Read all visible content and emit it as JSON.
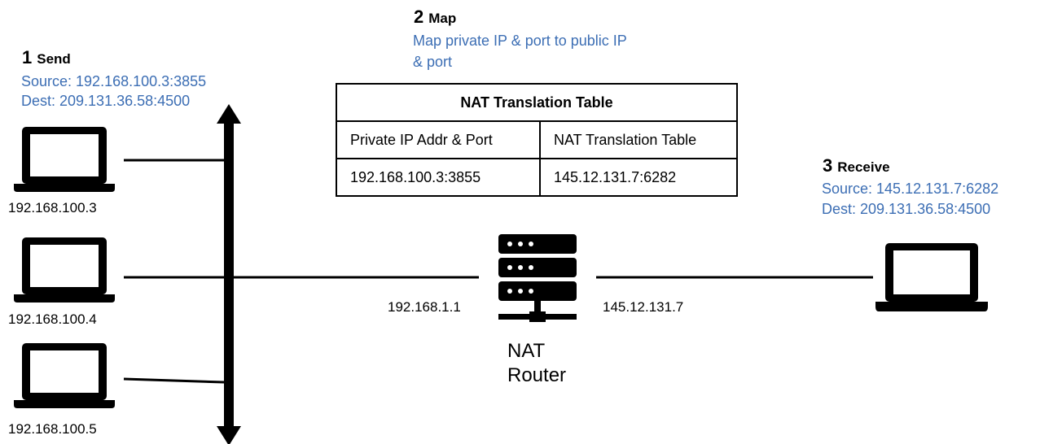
{
  "step1": {
    "number": "1",
    "title": "Send",
    "source": "Source: 192.168.100.3:3855",
    "dest": "Dest: 209.131.36.58:4500"
  },
  "step2": {
    "number": "2",
    "title": "Map",
    "desc_line1": "Map private IP & port to public IP",
    "desc_line2": "& port"
  },
  "step3": {
    "number": "3",
    "title": "Receive",
    "source": "Source: 145.12.131.7:6282",
    "dest": "Dest: 209.131.36.58:4500"
  },
  "table": {
    "title": "NAT Translation Table",
    "headers": [
      "Private IP Addr & Port",
      "NAT Translation Table"
    ],
    "row": [
      "192.168.100.3:3855",
      "145.12.131.7:6282"
    ]
  },
  "hosts": [
    "192.168.100.3",
    "192.168.100.4",
    "192.168.100.5"
  ],
  "router": {
    "inside_ip": "192.168.1.1",
    "outside_ip": "145.12.131.7",
    "label_line1": "NAT",
    "label_line2": "Router"
  },
  "icons": {
    "host": "laptop-icon",
    "router": "server-icon",
    "bus": "double-arrow-icon"
  },
  "colors": {
    "annotation": "#3c6eb4",
    "lines": "#000000"
  }
}
